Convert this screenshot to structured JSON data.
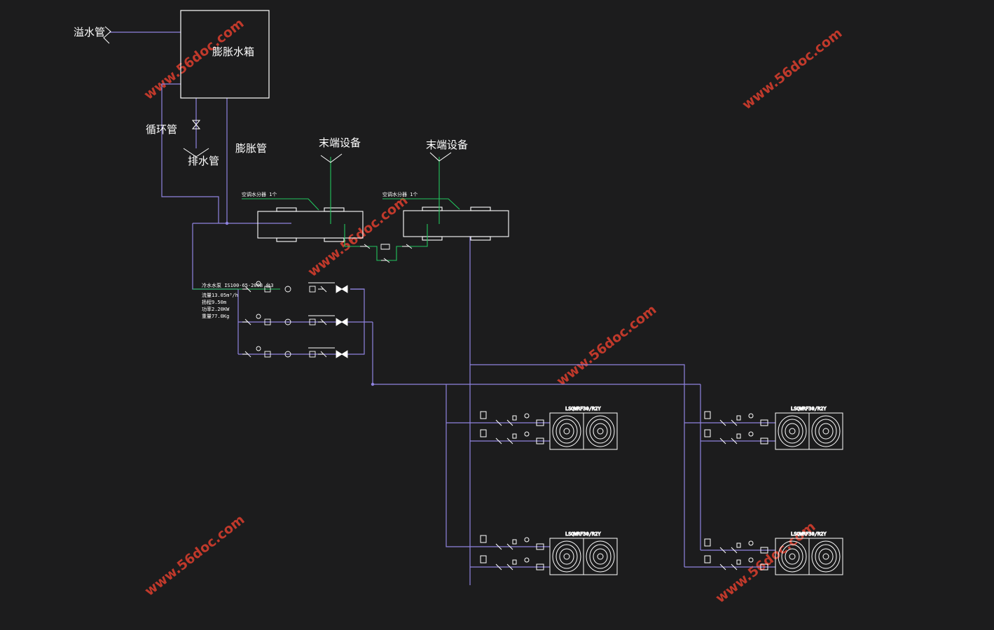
{
  "colors": {
    "background": "#1c1c1d",
    "pipe": "#8f83e0",
    "equipment": "#ffffff",
    "leader": "#22c55e",
    "watermark": "#c0392b"
  },
  "labels": {
    "overflow_pipe": "溢水管",
    "expansion_tank": "膨胀水箱",
    "circulation_pipe": "循环管",
    "drain_pipe": "排水管",
    "expansion_pipe": "膨胀管",
    "terminal_1": "末端设备",
    "terminal_2": "末端设备",
    "separator_1_note": "空调水分器 1个",
    "separator_2_note": "空调水分器 1个"
  },
  "pump": {
    "model": "冷水水泵 IS100-65-200B 台3",
    "flow": "流量13.05m³/h",
    "head": "扬程9.50m",
    "power": "功率2.20KW",
    "weight": "重量77.0Kg"
  },
  "units": [
    {
      "model": "LSQWRF30/R2Y"
    },
    {
      "model": "LSQWRF30/R2Y"
    },
    {
      "model": "LSQWRF30/R2Y"
    },
    {
      "model": "LSQWRF30/R2Y"
    }
  ],
  "watermark": "www.56doc.com"
}
